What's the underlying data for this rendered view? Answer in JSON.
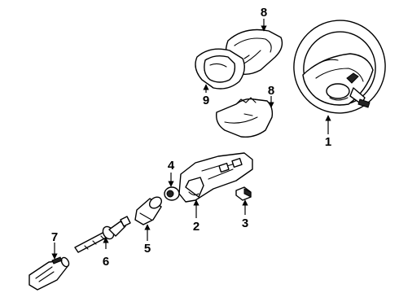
{
  "callouts": [
    {
      "id": "1",
      "label": "1"
    },
    {
      "id": "2",
      "label": "2"
    },
    {
      "id": "3",
      "label": "3"
    },
    {
      "id": "4",
      "label": "4"
    },
    {
      "id": "5",
      "label": "5"
    },
    {
      "id": "6",
      "label": "6"
    },
    {
      "id": "7",
      "label": "7"
    },
    {
      "id": "8a",
      "label": "8"
    },
    {
      "id": "8b",
      "label": "8"
    },
    {
      "id": "9",
      "label": "9"
    }
  ],
  "colors": {
    "line": "#000000",
    "background": "#ffffff"
  }
}
